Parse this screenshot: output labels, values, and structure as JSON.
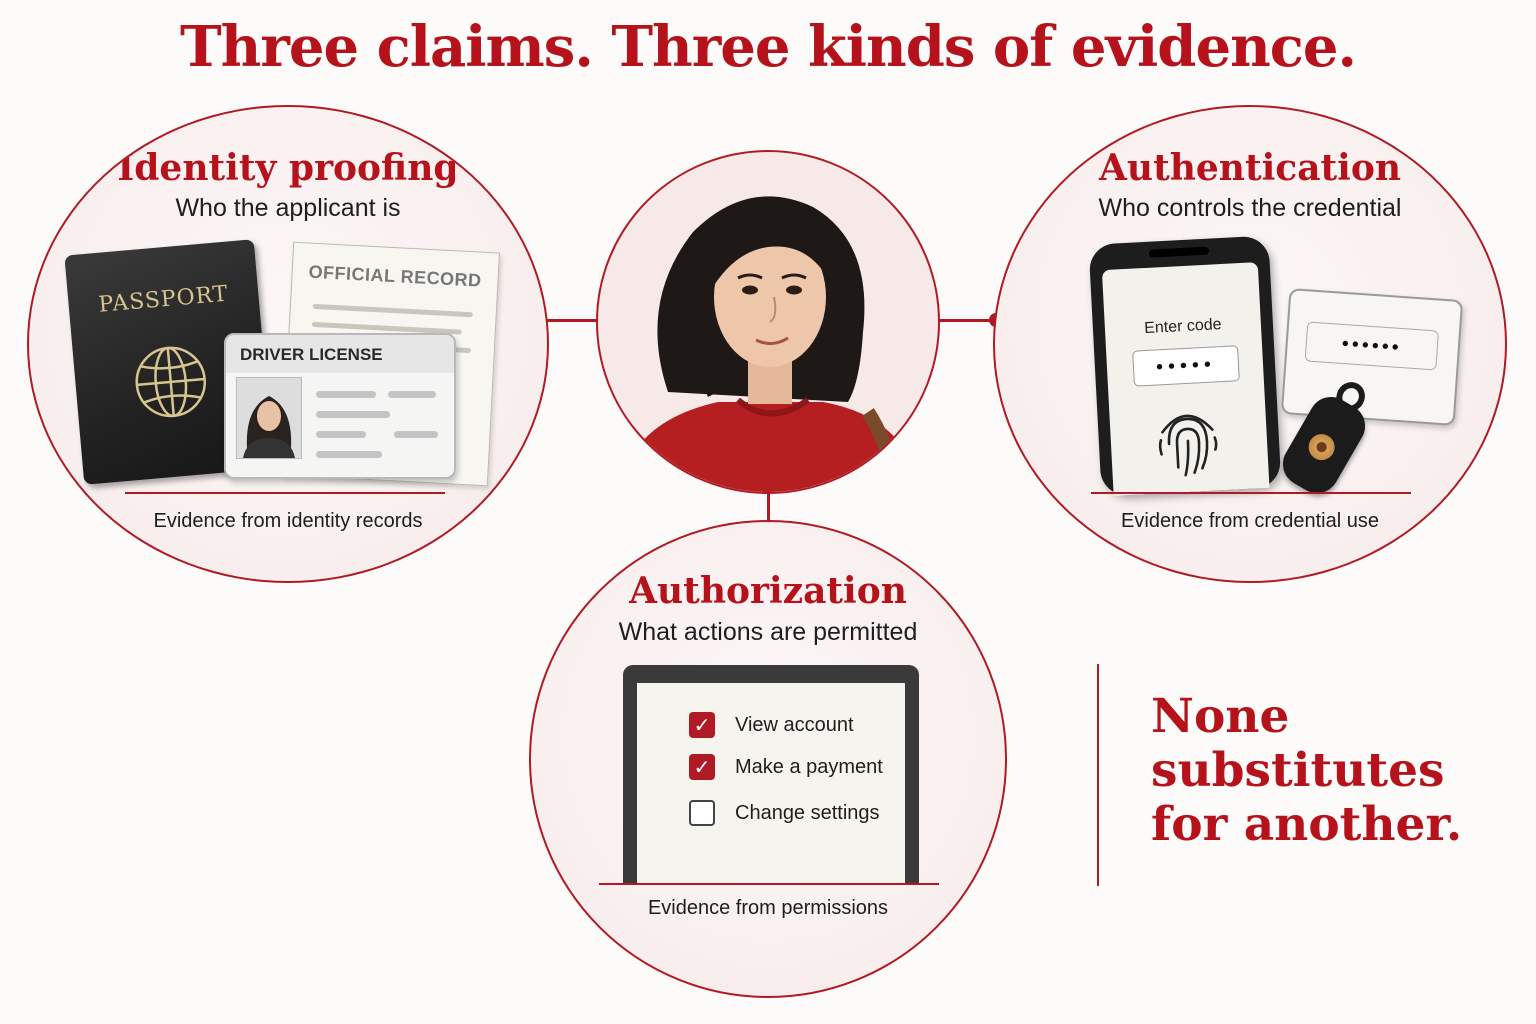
{
  "title": "Three claims. Three kinds of evidence.",
  "colors": {
    "accent": "#b5121b",
    "background": "#fcfbf9"
  },
  "identity": {
    "heading": "Identity proofing",
    "subtitle": "Who the applicant is",
    "passport_label": "PASSPORT",
    "record_label": "OFFICIAL RECORD",
    "license_label": "DRIVER LICENSE",
    "evidence": "Evidence from identity records"
  },
  "authentication": {
    "heading": "Authentication",
    "subtitle": "Who controls the credential",
    "phone_prompt": "Enter code",
    "code_mask": "•••••",
    "key_mask": "••••••",
    "evidence": "Evidence from credential use"
  },
  "authorization": {
    "heading": "Authorization",
    "subtitle": "What actions are permitted",
    "permissions": [
      {
        "label": "View account",
        "checked": true
      },
      {
        "label": "Make a payment",
        "checked": true
      },
      {
        "label": "Change settings",
        "checked": false
      }
    ],
    "evidence": "Evidence from permissions"
  },
  "tagline": "None substitutes for another."
}
